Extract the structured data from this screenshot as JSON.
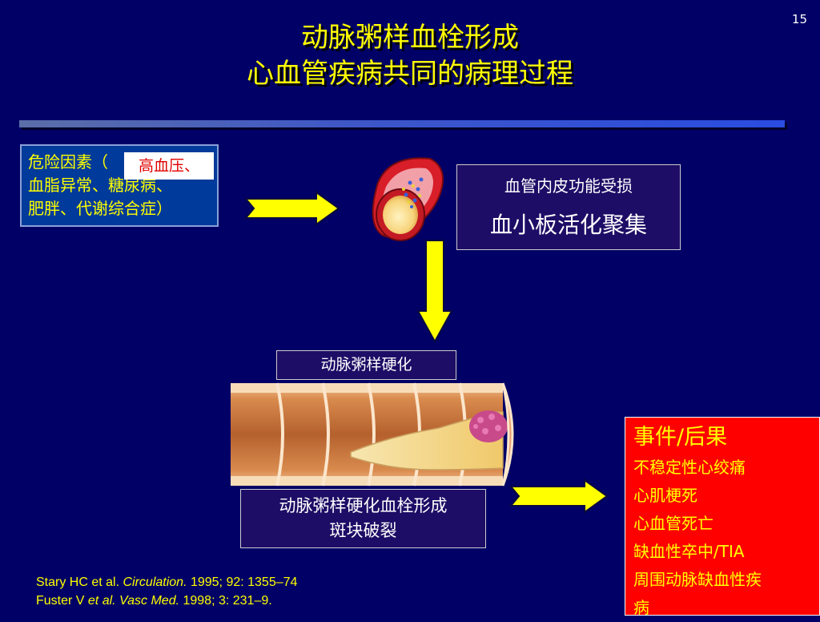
{
  "slide_number": "15",
  "title": {
    "line1": "动脉粥样血栓形成",
    "line2": "心血管疾病共同的病理过程"
  },
  "risk_factors": {
    "line1": "危险因素（",
    "line2": "血脂异常、糖尿病、",
    "line3": "肥胖、代谢综合症）",
    "highlight": "高血压、"
  },
  "endothelium": {
    "line1": "血管内皮功能受损",
    "line2": "血小板活化聚集"
  },
  "atherosclerosis_label": "动脉粥样硬化",
  "thrombosis": {
    "line1": "动脉粥样硬化血栓形成",
    "line2": "斑块破裂"
  },
  "events": {
    "title": "事件/后果",
    "items": [
      "不稳定性心绞痛",
      "心肌梗死",
      "心血管死亡",
      "缺血性卒中/TIA",
      "周围动脉缺血性疾",
      "病"
    ]
  },
  "references": [
    {
      "author": "Stary HC et al. ",
      "journal": "Circulation.",
      "details": " 1995; 92: 1355–74"
    },
    {
      "author": "Fuster V ",
      "journal": "et al. Vasc Med.",
      "details": " 1998; 3: 231–9."
    }
  ],
  "colors": {
    "background": "#000066",
    "title_text": "#ffff00",
    "arrow_fill": "#ffff00",
    "event_box": "#ff0000",
    "risk_box": "#003a9a"
  }
}
